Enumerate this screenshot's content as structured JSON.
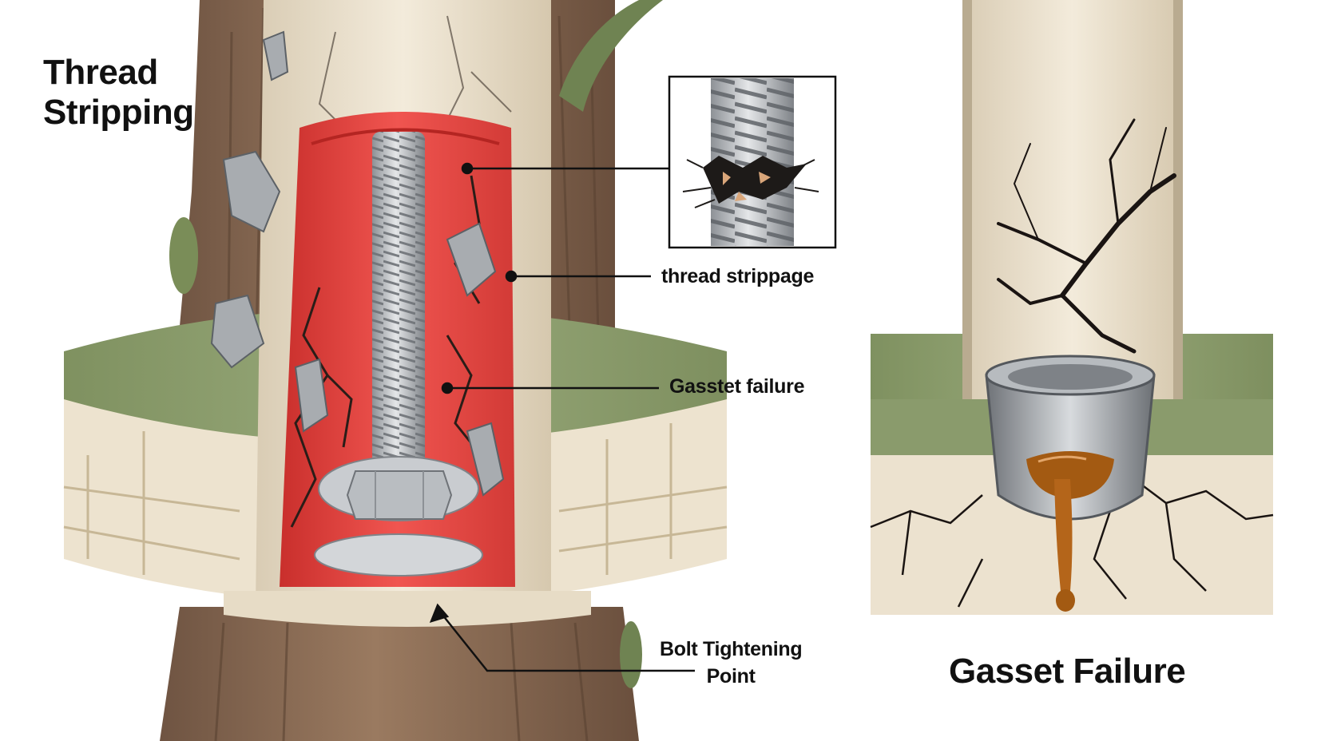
{
  "titles": {
    "left_line1": "Thread",
    "left_line2": "Stripping",
    "right": "Gasset Failure"
  },
  "callouts": {
    "thread_strippage": "thread strippage",
    "gasket_failure": "Gasstet failure",
    "bolt_line1": "Bolt Tightening",
    "bolt_line2": "Point"
  },
  "icons": [
    "bolt-icon",
    "crack-icon",
    "leak-drip-icon",
    "magnifier-inset-icon"
  ],
  "colors": {
    "wood": "#8a6a52",
    "pipe": "#ece2cf",
    "flange_top": "#8fa06f",
    "red_chamber": "#e8433f",
    "steel": "#b8bcc0",
    "leak": "#a35a12"
  }
}
